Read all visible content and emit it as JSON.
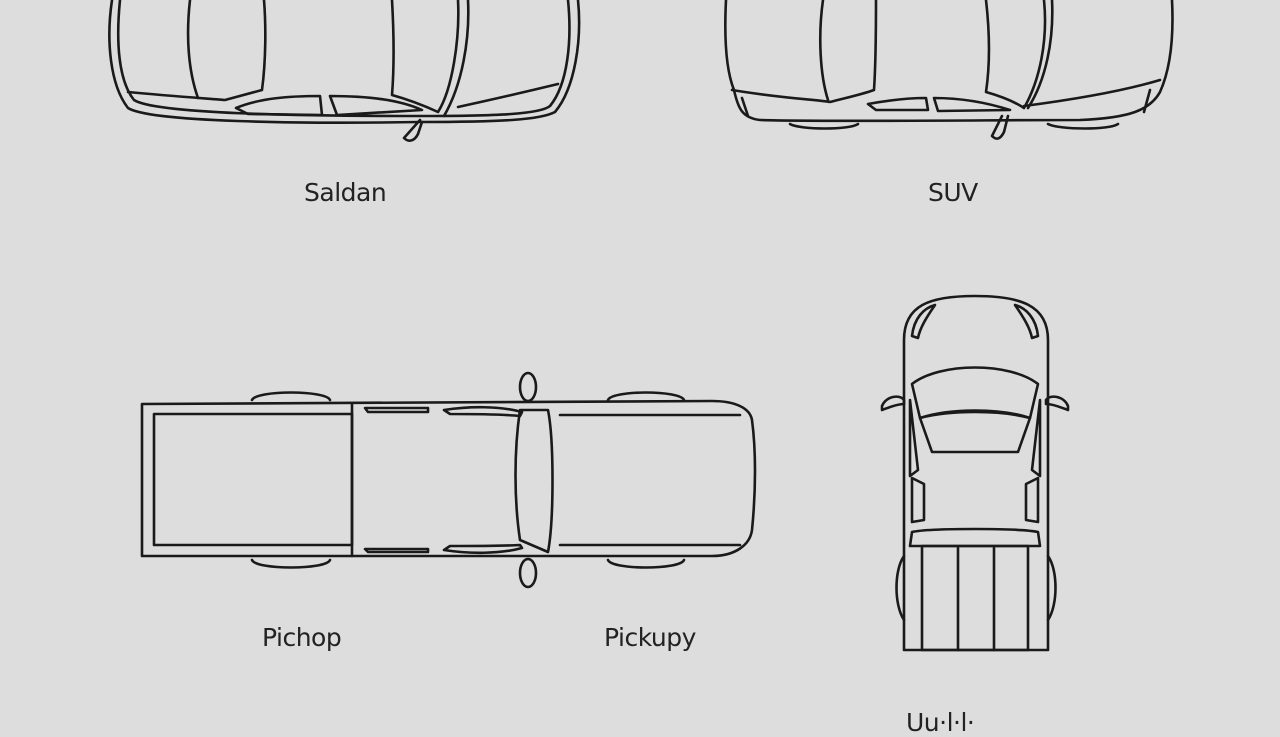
{
  "background_color": "#dddddd",
  "line_color": "#1a1a1a",
  "vehicles": [
    {
      "label": "Saldan",
      "view": "side-top outline",
      "icon": "sedan-icon"
    },
    {
      "label": "SUV",
      "view": "side-top outline",
      "icon": "suv-icon"
    },
    {
      "label": "Pichop",
      "view": "top-down horizontal",
      "icon": "pickup-truck-icon"
    },
    {
      "label": "Pickupy",
      "view": "top-down horizontal",
      "icon": "pickup-truck-icon"
    },
    {
      "label": "Uu·l·l·",
      "view": "top-down vertical",
      "icon": "pickup-vertical-icon"
    }
  ]
}
